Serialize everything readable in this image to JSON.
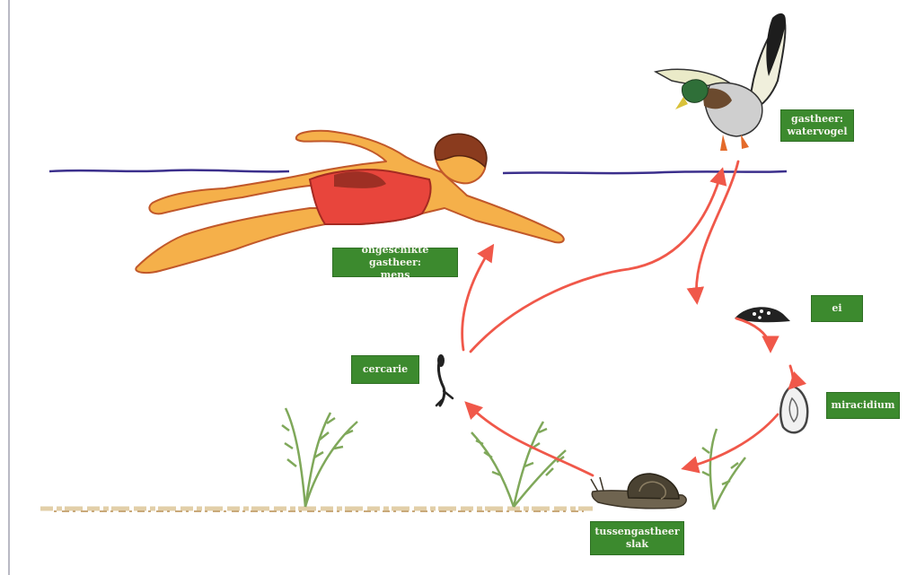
{
  "labels": {
    "duck": {
      "line1": "gastheer:",
      "line2": "watervogel"
    },
    "human": {
      "line1": "ongeschikte gastheer:",
      "line2": "mens"
    },
    "egg": {
      "line1": "ei"
    },
    "miracidium": {
      "line1": "miracidium"
    },
    "cercaria": {
      "line1": "cercarie"
    },
    "snail": {
      "line1": "tussengastheer",
      "line2": "slak"
    }
  },
  "colors": {
    "label_bg": "#3c8a2e",
    "label_text": "#f4f4ec",
    "arrow": "#f0584a",
    "water_line": "#3b2f8c",
    "swimmer_skin": "#f5b04a",
    "swimsuit": "#e8453c",
    "plant": "#7fa85a"
  }
}
